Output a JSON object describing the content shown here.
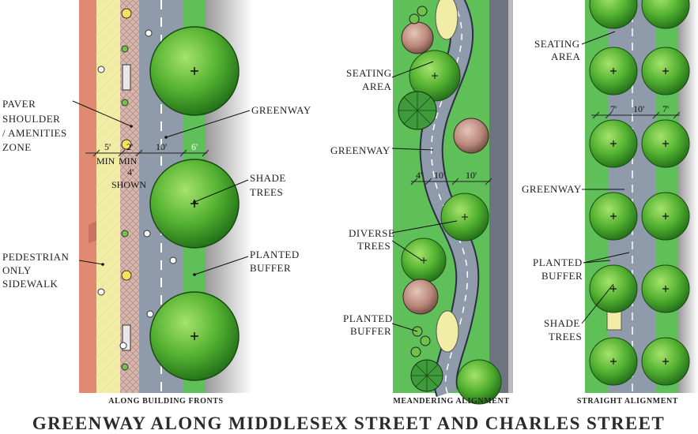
{
  "title": "GREENWAY ALONG MIDDLESEX STREET AND CHARLES STREET",
  "panels": [
    {
      "caption": "ALONG BUILDING FRONTS",
      "labels": {
        "paver": [
          "PAVER",
          "SHOULDER",
          "/ AMENITIES",
          "ZONE"
        ],
        "pedestrian": [
          "PEDESTRIAN",
          "ONLY",
          "SIDEWALK"
        ],
        "greenway": [
          "GREENWAY"
        ],
        "shade_trees": [
          "SHADE",
          "TREES"
        ],
        "planted_buffer": [
          "PLANTED",
          "BUFFER"
        ]
      },
      "dimensions": {
        "d1": "5'",
        "d2": "2'",
        "d3": "10'",
        "d4": "6'",
        "min1": "MIN",
        "min2": "MIN",
        "d5": "4'",
        "shown": "SHOWN"
      }
    },
    {
      "caption": "MEANDERING ALIGNMENT",
      "labels": {
        "seating": [
          "SEATING",
          "AREA"
        ],
        "greenway": [
          "GREENWAY"
        ],
        "diverse": [
          "DIVERSE",
          "TREES"
        ],
        "planted_buffer": [
          "PLANTED",
          "BUFFER"
        ]
      },
      "dimensions": {
        "d1": "4'",
        "d2": "10'",
        "d3": "10'"
      }
    },
    {
      "caption": "STRAIGHT ALIGNMENT",
      "labels": {
        "seating": [
          "SEATING",
          "AREA"
        ],
        "greenway": [
          "GREENWAY"
        ],
        "planted_buffer": [
          "PLANTED",
          "BUFFER"
        ],
        "shade_trees": [
          "SHADE",
          "TREES"
        ]
      },
      "dimensions": {
        "d1": "7'",
        "d2": "10'",
        "d3": "7'"
      }
    }
  ],
  "colors": {
    "building": "#e08a74",
    "sidewalk": "#f2eda8",
    "paver": "#d9b8b0",
    "greenway": "#8a97a8",
    "grass": "#5fbf58",
    "tree": "#4fae2a",
    "tree_brown": "#b88a7a",
    "road": "#6d7480"
  }
}
